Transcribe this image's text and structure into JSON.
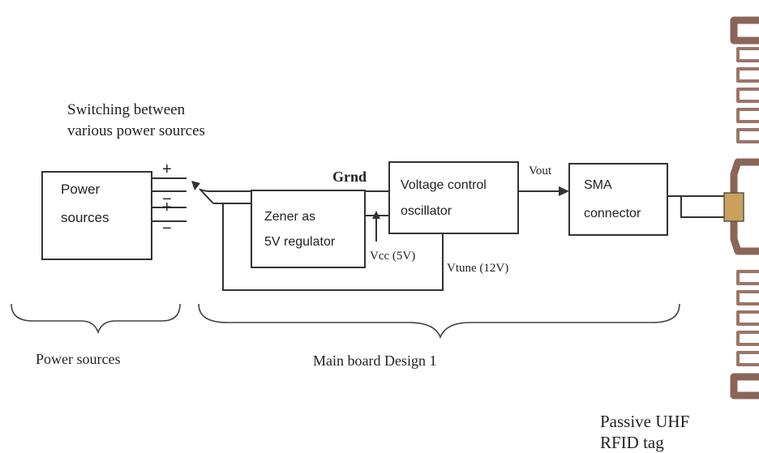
{
  "caption_switching": [
    "Switching between",
    "various power sources"
  ],
  "power_box": {
    "line1": "Power",
    "line2": "sources"
  },
  "battery_signs": {
    "plus": "+",
    "minus": "−"
  },
  "grnd_label": "Grnd",
  "zener_box": {
    "line1": "Zener as",
    "line2": "5V regulator"
  },
  "vco_box": {
    "line1": "Voltage control",
    "line2": "oscillator"
  },
  "vout_label": "Vout",
  "sma_box": {
    "line1": "SMA",
    "line2": "connector"
  },
  "vcc_label": "Vcc (5V)",
  "vtune_label": "Vtune (12V)",
  "brace_power_label": "Power sources",
  "brace_main_label": "Main board Design 1",
  "tag_label": [
    "Passive UHF",
    "RFID tag"
  ],
  "colors": {
    "line": "#333333",
    "tag_metal": "#8a6558",
    "tag_chip": "#c9a15a"
  }
}
